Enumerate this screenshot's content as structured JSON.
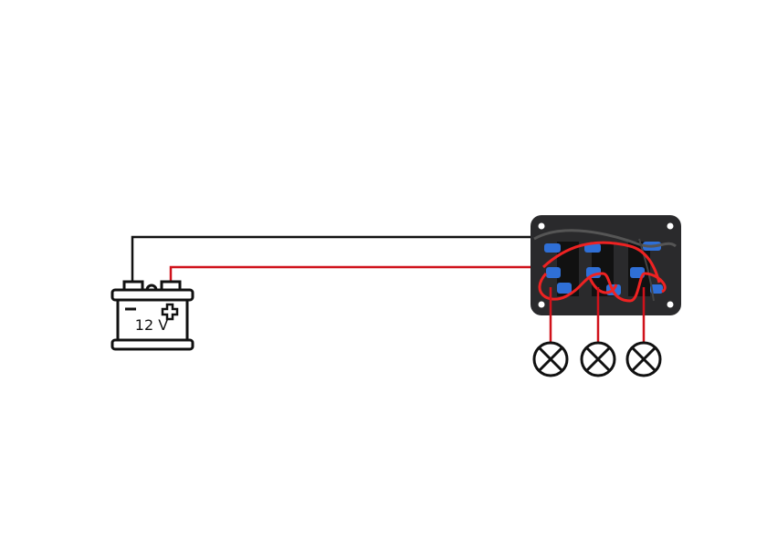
{
  "diagram": {
    "type": "wiring-diagram",
    "battery": {
      "label": "12 V",
      "negative_symbol": "−",
      "positive_symbol": "+"
    },
    "wires": [
      {
        "name": "ground",
        "color": "#111111"
      },
      {
        "name": "positive",
        "color": "#d0121b"
      }
    ],
    "switch_panel": {
      "switch_count": 3,
      "color": "#222222"
    },
    "lamps": [
      {
        "id": "lamp-1"
      },
      {
        "id": "lamp-2"
      },
      {
        "id": "lamp-3"
      }
    ]
  }
}
